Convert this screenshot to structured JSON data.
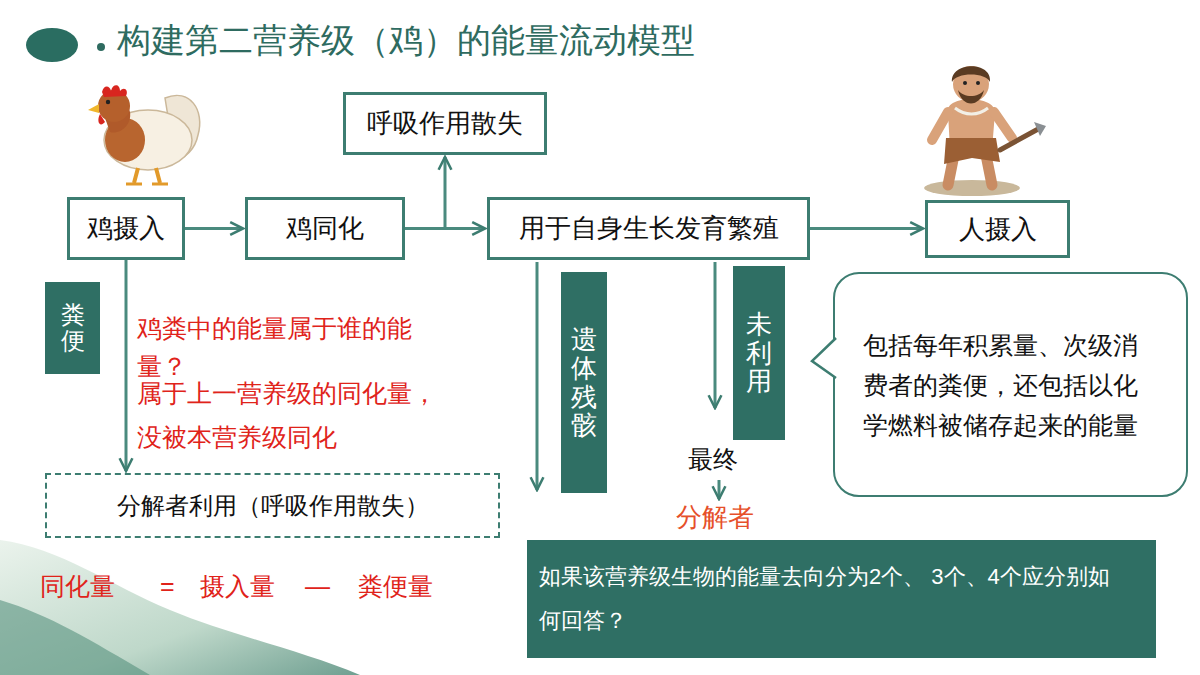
{
  "diagram": {
    "title": "构建第二营养级（鸡）的能量流动模型",
    "nodes": [
      {
        "text": [
          "呼吸作用散失"
        ]
      },
      {
        "text": [
          "鸡摄入"
        ]
      },
      {
        "text": [
          "鸡同化"
        ]
      },
      {
        "text": [
          "用于自身生长发育繁殖"
        ]
      },
      {
        "text": [
          "人摄入"
        ]
      },
      {
        "text": [
          "粪便"
        ]
      },
      {
        "text": [
          "遗体残骸"
        ]
      },
      {
        "text": [
          "未利用"
        ]
      },
      {
        "text": [
          "包括每年积累量、次级消费者的粪便，还包括以化学燃料被储存起来的能量"
        ]
      },
      {
        "text": [
          "分解者利用（呼吸作用散失）"
        ]
      },
      {
        "text": [
          "如果该营养级生物的能量去向分为2个、 3个、4个应分别如何回答？"
        ]
      }
    ],
    "edges": [
      {
        "from": 1,
        "to": 2,
        "arrow": "to"
      },
      {
        "from": 2,
        "to": 3,
        "arrow": "to"
      },
      {
        "from": 2,
        "to": 0,
        "arrow": "to"
      },
      {
        "from": 3,
        "to": 4,
        "arrow": "to"
      },
      {
        "from": 1,
        "to": 9,
        "arrow": "to"
      }
    ],
    "labels": [
      "鸡粪中的能量属于谁的能量？",
      "属于上一营养级的同化量，没被本营养级同化",
      "最终",
      "分解者",
      "同化量",
      "=",
      "摄入量",
      "—",
      "粪便量"
    ]
  }
}
